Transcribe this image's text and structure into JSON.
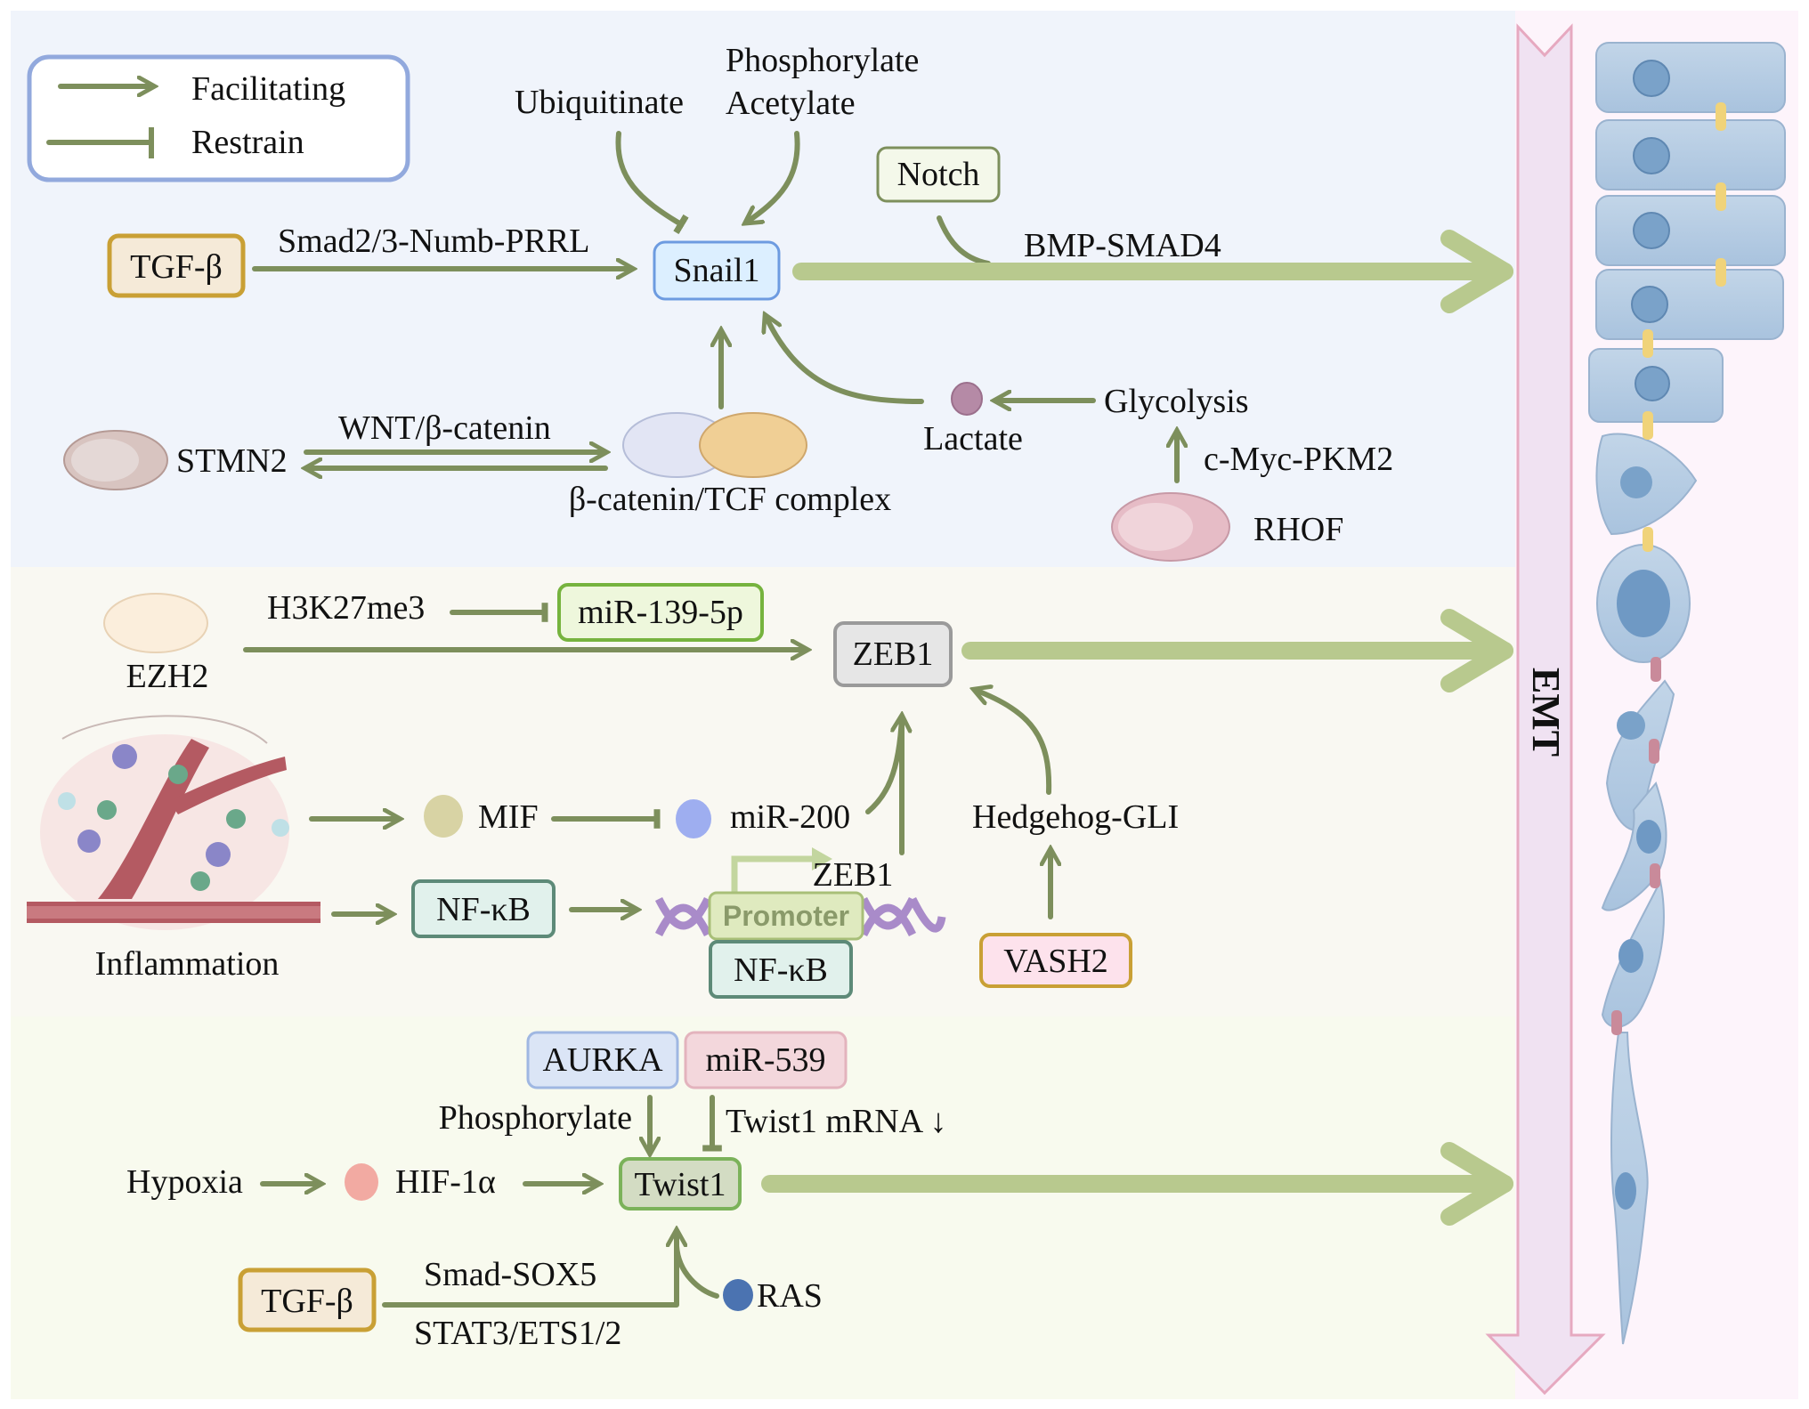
{
  "legend": {
    "facilitating": "Facilitating",
    "restrain": "Restrain"
  },
  "emt_label": "EMT",
  "colors": {
    "arrow": "#7d8f5c",
    "big_arrow": "#b8c98e",
    "panel_snail": "#f0f4fb",
    "panel_zeb": "#f9f8f2",
    "panel_twist": "#f8faee",
    "emt_band": "#f0e2f2",
    "emt_border": "#e6a9c0",
    "cell_panel": "#fdf4fb"
  },
  "snail_panel": {
    "tgfb": "TGF-β",
    "smad_path": "Smad2/3-Numb-PRRL",
    "snail1": "Snail1",
    "ubiquitinate": "Ubiquitinate",
    "phosphorylate": "Phosphorylate",
    "acetylate": "Acetylate",
    "notch": "Notch",
    "bmp": "BMP-SMAD4",
    "stmn2": "STMN2",
    "wnt": "WNT/β-catenin",
    "complex": "β-catenin/TCF complex",
    "lactate": "Lactate",
    "glycolysis": "Glycolysis",
    "cmyc": "c-Myc-PKM2",
    "rhof": "RHOF"
  },
  "zeb_panel": {
    "ezh2": "EZH2",
    "h3k27": "H3K27me3",
    "mir139": "miR-139-5p",
    "zeb1": "ZEB1",
    "mif": "MIF",
    "mir200": "miR-200",
    "hedgehog": "Hedgehog-GLI",
    "nfkb": "NF-κB",
    "promoter": "Promoter",
    "zeb1_gene": "ZEB1",
    "nfkb_bound": "NF-κB",
    "vash2": "VASH2",
    "inflammation": "Inflammation"
  },
  "twist_panel": {
    "aurka": "AURKA",
    "mir539": "miR-539",
    "phosphorylate": "Phosphorylate",
    "twist_mrna": "Twist1 mRNA ↓",
    "hypoxia": "Hypoxia",
    "hif": "HIF-1α",
    "twist1": "Twist1",
    "tgfb": "TGF-β",
    "smad_sox5": "Smad-SOX5",
    "stat3": "STAT3/ETS1/2",
    "ras": "RAS"
  }
}
